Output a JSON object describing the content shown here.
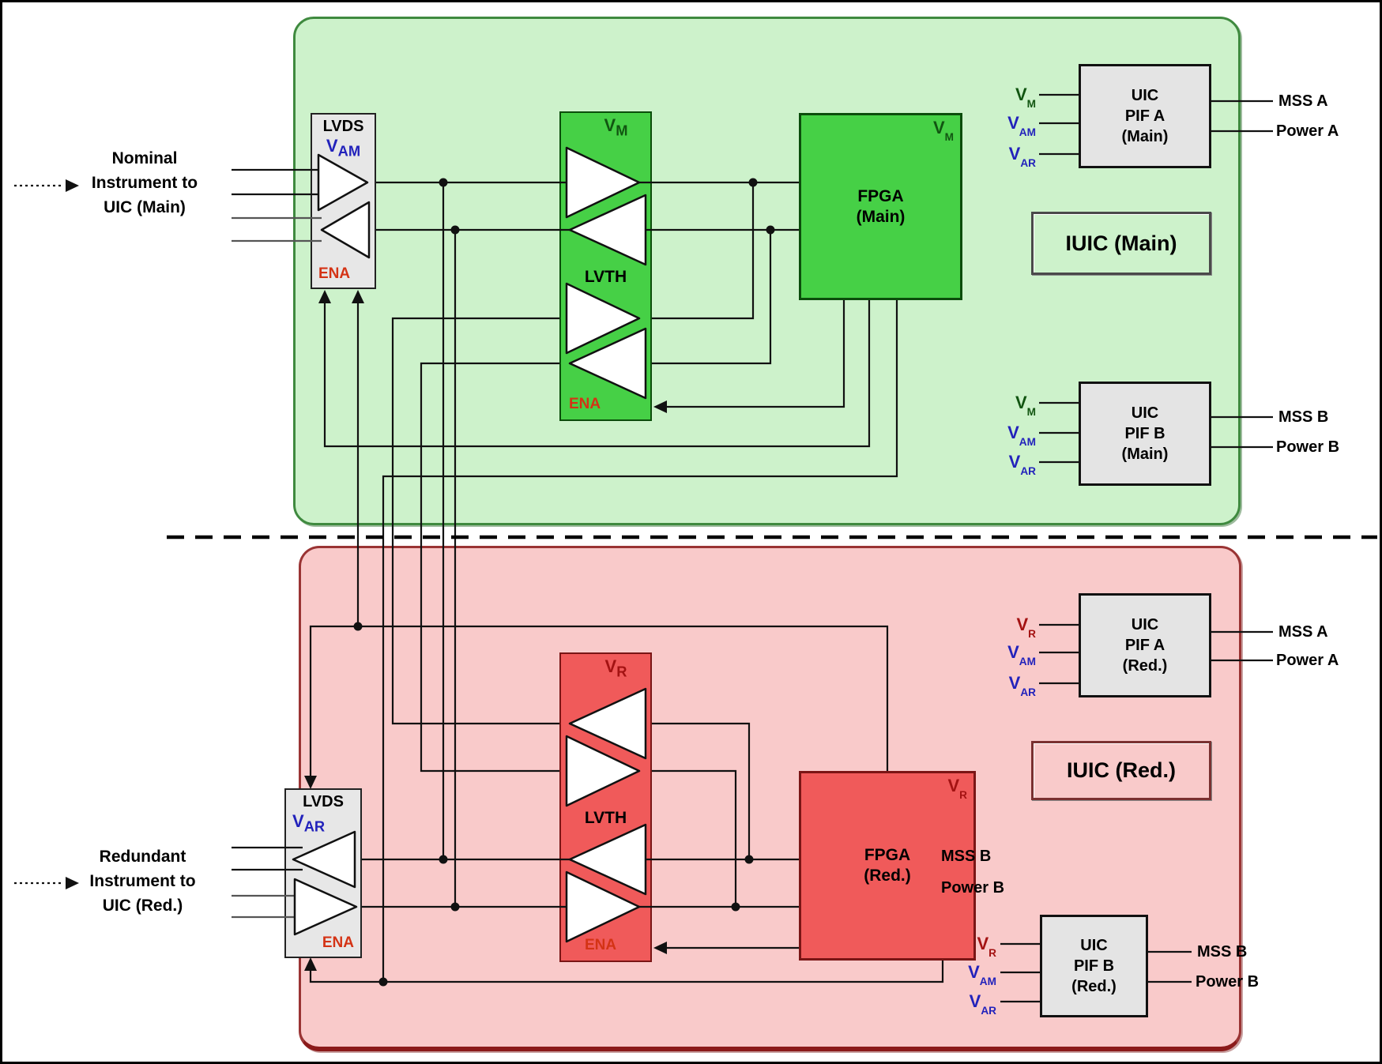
{
  "colors": {
    "green_panel": "#cdf2cb",
    "green_block": "#46d046",
    "red_panel": "#f9caca",
    "red_block": "#f05a5a",
    "gray_block": "#e7e7e7",
    "blue_label": "#2222bb",
    "dark_green_label": "#115511",
    "dark_red_label": "#a31212",
    "ena_label": "#d43315",
    "wire": "#111111"
  },
  "inputs": {
    "nominal": {
      "l1": "Nominal",
      "l2": "Instrument to",
      "l3": "UIC (Main)"
    },
    "redundant": {
      "l1": "Redundant",
      "l2": "Instrument to",
      "l3": "UIC (Red.)"
    }
  },
  "main": {
    "lvds": {
      "title": "LVDS",
      "v": "V",
      "vsub": "AM",
      "ena": "ENA"
    },
    "lvth": {
      "v": "V",
      "vsub": "M",
      "title": "LVTH",
      "ena": "ENA"
    },
    "fpga": {
      "v": "V",
      "vsub": "M",
      "l1": "FPGA",
      "l2": "(Main)"
    },
    "iuic": "IUIC (Main)",
    "pifa": {
      "l1": "UIC",
      "l2": "PIF A",
      "l3": "(Main)",
      "in1v": "V",
      "in1s": "M",
      "in2v": "V",
      "in2s": "AM",
      "in3v": "V",
      "in3s": "AR",
      "out1": "MSS A",
      "out2": "Power A"
    },
    "pifb": {
      "l1": "UIC",
      "l2": "PIF B",
      "l3": "(Main)",
      "in1v": "V",
      "in1s": "M",
      "in2v": "V",
      "in2s": "AM",
      "in3v": "V",
      "in3s": "AR",
      "out1": "MSS B",
      "out2": "Power B"
    }
  },
  "red": {
    "lvds": {
      "title": "LVDS",
      "v": "V",
      "vsub": "AR",
      "ena": "ENA"
    },
    "lvth": {
      "v": "V",
      "vsub": "R",
      "title": "LVTH",
      "ena": "ENA"
    },
    "fpga": {
      "v": "V",
      "vsub": "R",
      "l1": "FPGA",
      "l2": "(Red.)"
    },
    "iuic": "IUIC (Red.)",
    "floating_mss": "MSS B",
    "floating_power": "Power B",
    "pifa": {
      "l1": "UIC",
      "l2": "PIF A",
      "l3": "(Red.)",
      "in1v": "V",
      "in1s": "R",
      "in2v": "V",
      "in2s": "AM",
      "in3v": "V",
      "in3s": "AR",
      "out1": "MSS A",
      "out2": "Power A"
    },
    "pifb": {
      "l1": "UIC",
      "l2": "PIF B",
      "l3": "(Red.)",
      "in1v": "V",
      "in1s": "R",
      "in2v": "V",
      "in2s": "AM",
      "in3v": "V",
      "in3s": "AR",
      "out1": "MSS B",
      "out2": "Power B"
    }
  }
}
